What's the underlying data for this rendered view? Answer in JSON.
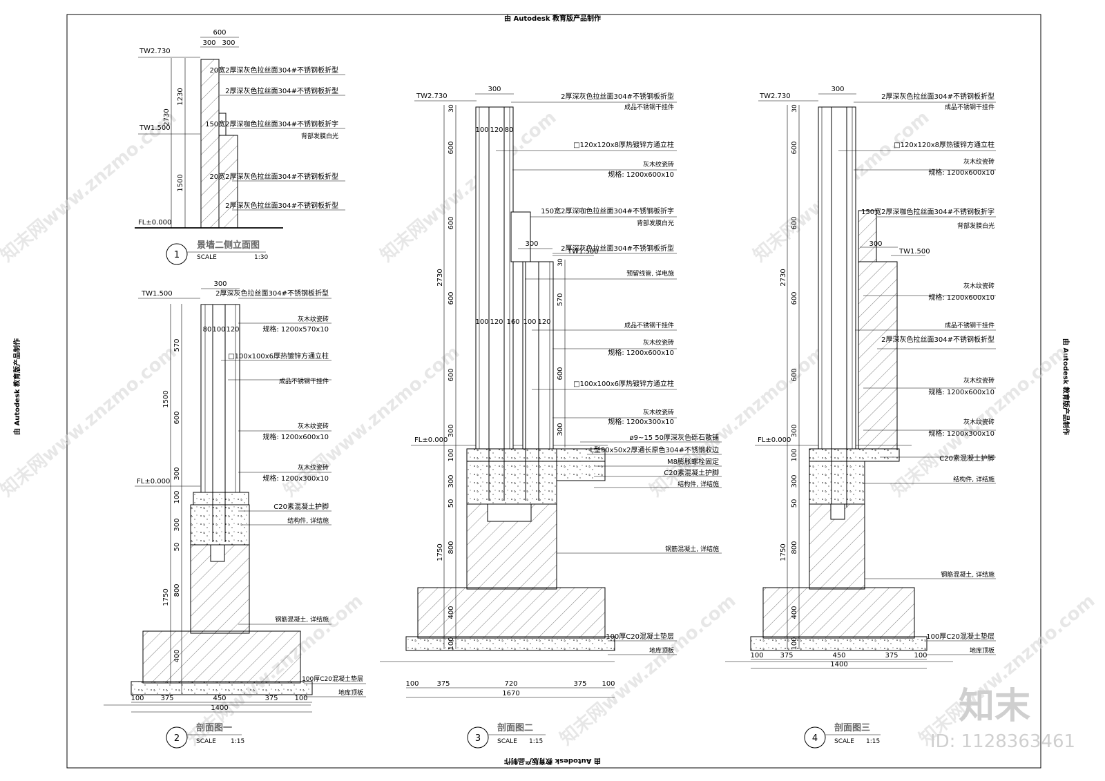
{
  "banner": {
    "top": "由 Autodesk 教育版产品制作",
    "bottom": "由 Autodesk 教育版产品制作",
    "left": "由 Autodesk 教育版产品制作",
    "right": "由 Autodesk 教育版产品制作"
  },
  "watermark": {
    "text": "知末网www.znzmo.com",
    "logo": "知末",
    "id": "ID: 1128363461"
  },
  "views": [
    {
      "num": "1",
      "title": "景墙二侧立面图",
      "scale_label": "SCALE",
      "scale": "1:30"
    },
    {
      "num": "2",
      "title": "剖面图一",
      "scale_label": "SCALE",
      "scale": "1:15"
    },
    {
      "num": "3",
      "title": "剖面图二",
      "scale_label": "SCALE",
      "scale": "1:15"
    },
    {
      "num": "4",
      "title": "剖面图三",
      "scale_label": "SCALE",
      "scale": "1:15"
    }
  ],
  "levels": {
    "tw_top": "TW2.730",
    "tw_mid": "TW1.500",
    "fl": "FL±0.000"
  },
  "view1": {
    "dims_top": [
      "600",
      "300",
      "300"
    ],
    "dims_left": [
      "2730",
      "1230",
      "1500"
    ],
    "notes": [
      "20宽2厚深灰色拉丝面304#不锈钢板折型",
      "2厚深灰色拉丝面304#不锈钢板折型",
      "150宽2厚深咖色拉丝面304#不锈钢板折字",
      "背部发膜白光",
      "20宽2厚深灰色拉丝面304#不锈钢板折型",
      "2厚深灰色拉丝面304#不锈钢板折型"
    ]
  },
  "view2": {
    "dims_top": [
      "300"
    ],
    "dims_inner": [
      "80",
      "100",
      "120"
    ],
    "dims_left": [
      "570",
      "1500",
      "600",
      "300",
      "100",
      "300",
      "50",
      "1750",
      "800",
      "400"
    ],
    "dims_bottom": [
      "100",
      "375",
      "450",
      "375",
      "100",
      "1400"
    ],
    "notes": [
      "2厚深灰色拉丝面304#不锈钢板折型",
      "灰木纹瓷砖",
      "规格: 1200x570x10",
      "□100x100x6厚热镀锌方通立柱",
      "成品不锈钢干挂件",
      "灰木纹瓷砖",
      "规格: 1200x600x10",
      "灰木纹瓷砖",
      "规格: 1200x300x10",
      "C20素混凝土护脚",
      "结构件, 详结施",
      "钢筋混凝土, 详结施",
      "100厚C20混凝土垫层",
      "地库顶板"
    ]
  },
  "view3": {
    "dims_top": [
      "300",
      "300"
    ],
    "dims_inner": [
      "100",
      "120",
      "80",
      "100",
      "120",
      "160",
      "100",
      "120"
    ],
    "dims_left": [
      "30",
      "600",
      "600",
      "2730",
      "600",
      "600",
      "300",
      "100",
      "300",
      "50",
      "1750",
      "800",
      "400",
      "100"
    ],
    "dims_right": [
      "30",
      "570",
      "600",
      "300"
    ],
    "dims_bottom": [
      "100",
      "375",
      "720",
      "375",
      "100",
      "1670"
    ],
    "notes": [
      "2厚深灰色拉丝面304#不锈钢板折型",
      "成品不锈钢干挂件",
      "□120x120x8厚热镀锌方通立柱",
      "灰木纹瓷砖",
      "规格: 1200x600x10",
      "150宽2厚深咖色拉丝面304#不锈钢板折字",
      "背部发膜白光",
      "2厚深灰色拉丝面304#不锈钢板折型",
      "预留线管, 详电施",
      "成品不锈钢干挂件",
      "灰木纹瓷砖",
      "规格: 1200x600x10",
      "□100x100x6厚热镀锌方通立柱",
      "灰木纹瓷砖",
      "规格: 1200x300x10",
      "ø9~15 50厚深灰色砾石散铺",
      "L型50x50x2厚通长原色304#不锈钢收边",
      "M8膨胀螺栓固定",
      "C20素混凝土护脚",
      "结构件, 详结施",
      "钢筋混凝土, 详结施",
      "100厚C20混凝土垫层",
      "地库顶板"
    ]
  },
  "view4": {
    "dims_top": [
      "300",
      "300"
    ],
    "dims_left": [
      "30",
      "600",
      "600",
      "2730",
      "600",
      "600",
      "300",
      "100",
      "300",
      "50",
      "1750",
      "800",
      "400",
      "100"
    ],
    "dims_bottom": [
      "100",
      "375",
      "450",
      "375",
      "100",
      "1400"
    ],
    "notes": [
      "2厚深灰色拉丝面304#不锈钢板折型",
      "成品不锈钢干挂件",
      "□120x120x8厚热镀锌方通立柱",
      "灰木纹瓷砖",
      "规格: 1200x600x10",
      "150宽2厚深咖色拉丝面304#不锈钢板折字",
      "背部发膜白光",
      "灰木纹瓷砖",
      "规格: 1200x600x10",
      "成品不锈钢干挂件",
      "2厚深灰色拉丝面304#不锈钢板折型",
      "灰木纹瓷砖",
      "规格: 1200x600x10",
      "灰木纹瓷砖",
      "规格: 1200x300x10",
      "C20素混凝土护脚",
      "结构件, 详结施",
      "钢筋混凝土, 详结施",
      "100厚C20混凝土垫层",
      "地库顶板"
    ]
  }
}
